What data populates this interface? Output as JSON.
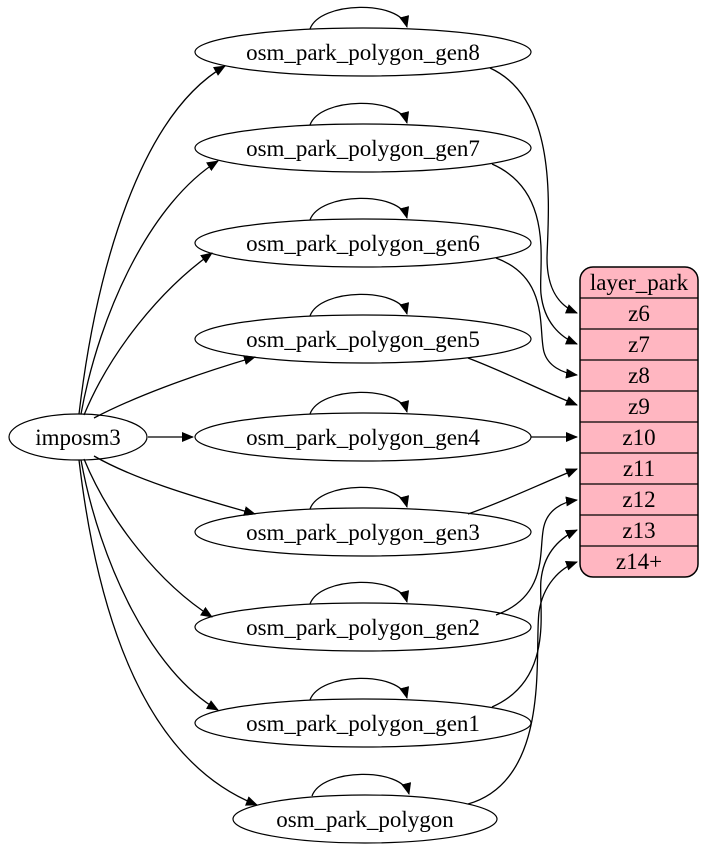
{
  "nodes": {
    "imposm3": "imposm3",
    "gen8": "osm_park_polygon_gen8",
    "gen7": "osm_park_polygon_gen7",
    "gen6": "osm_park_polygon_gen6",
    "gen5": "osm_park_polygon_gen5",
    "gen4": "osm_park_polygon_gen4",
    "gen3": "osm_park_polygon_gen3",
    "gen2": "osm_park_polygon_gen2",
    "gen1": "osm_park_polygon_gen1",
    "polygon": "osm_park_polygon"
  },
  "record": {
    "title": "layer_park",
    "rows": [
      "z6",
      "z7",
      "z8",
      "z9",
      "z10",
      "z11",
      "z12",
      "z13",
      "z14+"
    ]
  },
  "edges": [
    "imposm3 -> osm_park_polygon_gen8",
    "imposm3 -> osm_park_polygon_gen7",
    "imposm3 -> osm_park_polygon_gen6",
    "imposm3 -> osm_park_polygon_gen5",
    "imposm3 -> osm_park_polygon_gen4",
    "imposm3 -> osm_park_polygon_gen3",
    "imposm3 -> osm_park_polygon_gen2",
    "imposm3 -> osm_park_polygon_gen1",
    "imposm3 -> osm_park_polygon",
    "osm_park_polygon_gen8 -> osm_park_polygon_gen8",
    "osm_park_polygon_gen7 -> osm_park_polygon_gen7",
    "osm_park_polygon_gen6 -> osm_park_polygon_gen6",
    "osm_park_polygon_gen5 -> osm_park_polygon_gen5",
    "osm_park_polygon_gen4 -> osm_park_polygon_gen4",
    "osm_park_polygon_gen3 -> osm_park_polygon_gen3",
    "osm_park_polygon_gen2 -> osm_park_polygon_gen2",
    "osm_park_polygon_gen1 -> osm_park_polygon_gen1",
    "osm_park_polygon -> osm_park_polygon",
    "osm_park_polygon_gen8 -> layer_park:z6",
    "osm_park_polygon_gen7 -> layer_park:z7",
    "osm_park_polygon_gen6 -> layer_park:z8",
    "osm_park_polygon_gen5 -> layer_park:z9",
    "osm_park_polygon_gen4 -> layer_park:z10",
    "osm_park_polygon_gen3 -> layer_park:z11",
    "osm_park_polygon_gen2 -> layer_park:z12",
    "osm_park_polygon_gen1 -> layer_park:z13",
    "osm_park_polygon -> layer_park:z14+"
  ],
  "colors": {
    "record_fill": "#ffb6c1",
    "node_fill": "#ffffff",
    "stroke": "#000000",
    "background": "#ffffff"
  }
}
